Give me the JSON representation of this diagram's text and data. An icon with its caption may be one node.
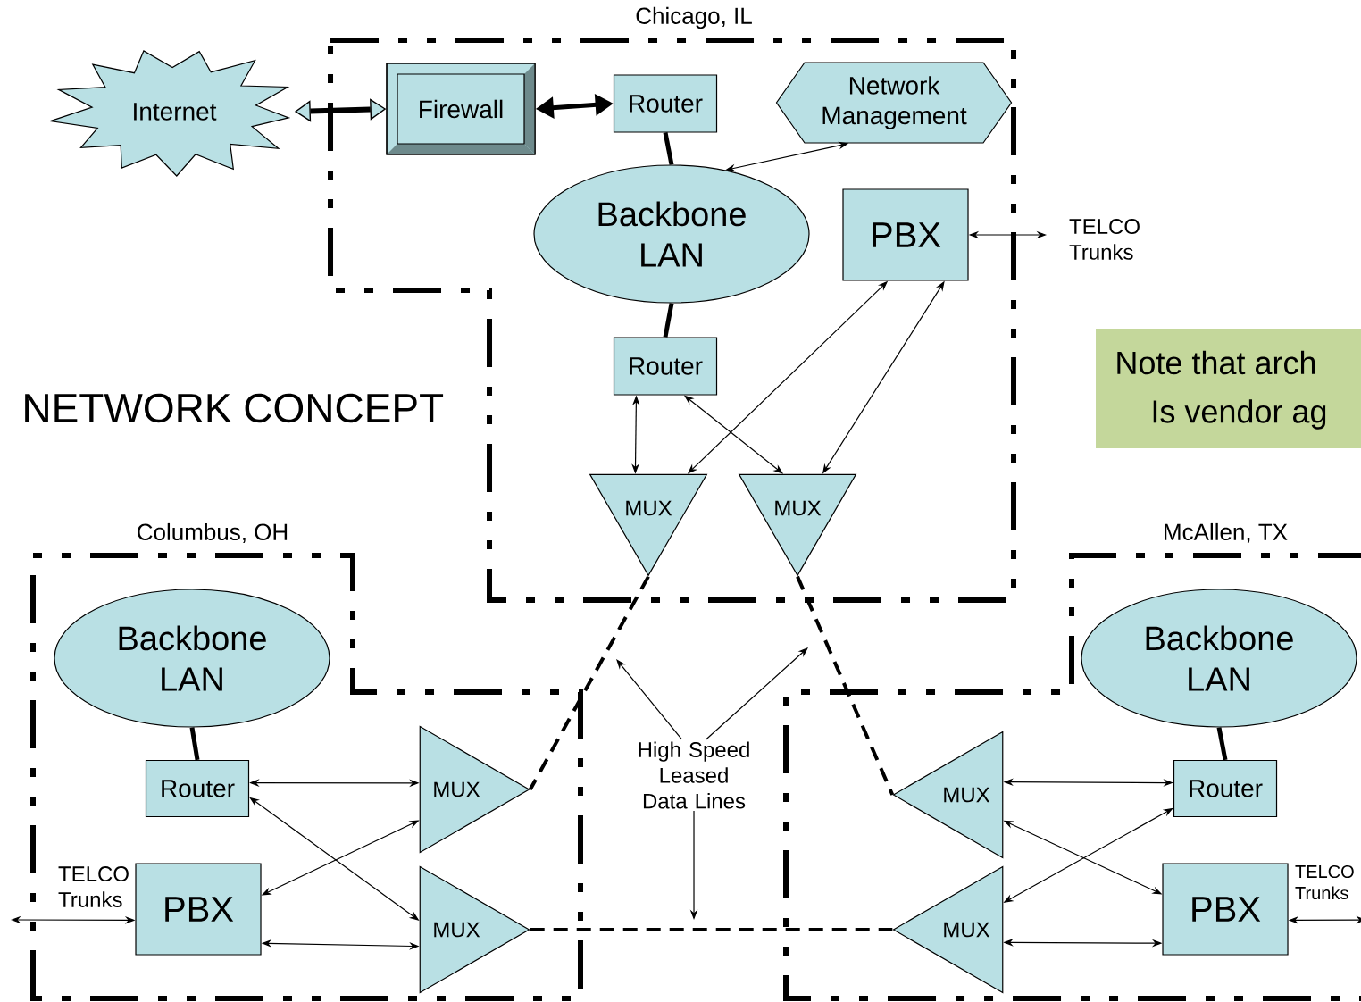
{
  "diagram": {
    "title": "NETWORK CONCEPT",
    "nodes": [
      {
        "text": [
          "Chicago, IL"
        ]
      },
      {
        "text": [
          "Internet"
        ]
      },
      {
        "text": [
          "Firewall"
        ],
        "in": 0
      },
      {
        "text": [
          "Router"
        ],
        "in": 0
      },
      {
        "text": [
          "Network Management"
        ],
        "in": 0
      },
      {
        "text": [
          "Backbone LAN"
        ],
        "in": 0
      },
      {
        "text": [
          "PBX"
        ],
        "in": 0
      },
      {
        "text": [
          "Router"
        ],
        "in": 0
      },
      {
        "text": [
          "MUX"
        ],
        "in": 0
      },
      {
        "text": [
          "MUX"
        ],
        "in": 0
      },
      {
        "text": [
          "Columbus, OH"
        ]
      },
      {
        "text": [
          "Backbone LAN"
        ],
        "in": 10
      },
      {
        "text": [
          "Router"
        ],
        "in": 10
      },
      {
        "text": [
          "PBX"
        ],
        "in": 10
      },
      {
        "text": [
          "MUX"
        ],
        "in": 10
      },
      {
        "text": [
          "MUX"
        ],
        "in": 10
      },
      {
        "text": [
          "McAllen, TX"
        ]
      },
      {
        "text": [
          "Backbone LAN"
        ],
        "in": 16
      },
      {
        "text": [
          "Router"
        ],
        "in": 16
      },
      {
        "text": [
          "PBX"
        ],
        "in": 16
      },
      {
        "text": [
          "MUX"
        ],
        "in": 16
      },
      {
        "text": [
          "MUX"
        ],
        "in": 16
      },
      {
        "text": [
          "High Speed Leased Data Lines"
        ]
      },
      {
        "text": [
          "Note that arch",
          "Is vendor ag"
        ]
      }
    ],
    "edges": [
      {
        "from": 1,
        "to": 2,
        "arrow": "both",
        "style": "thick"
      },
      {
        "from": 2,
        "to": 3,
        "arrow": "both",
        "style": "thick"
      },
      {
        "from": 3,
        "to": 5,
        "arrow": "none",
        "style": "thick"
      },
      {
        "from": 5,
        "to": 4,
        "arrow": "both"
      },
      {
        "from": 5,
        "to": 7,
        "arrow": "none",
        "style": "thick"
      },
      {
        "from": 6,
        "to": null,
        "arrow": "both",
        "label": "TELCO Trunks"
      },
      {
        "from": 7,
        "to": 8,
        "arrow": "both"
      },
      {
        "from": 7,
        "to": 9,
        "arrow": "both"
      },
      {
        "from": 6,
        "to": 8,
        "arrow": "both"
      },
      {
        "from": 6,
        "to": 9,
        "arrow": "both"
      },
      {
        "from": 8,
        "to": 14,
        "arrow": "none",
        "style": "dashed"
      },
      {
        "from": 9,
        "to": 20,
        "arrow": "none",
        "style": "dashed"
      },
      {
        "from": 15,
        "to": 21,
        "arrow": "none",
        "style": "dashed"
      },
      {
        "from": 11,
        "to": 12,
        "arrow": "none",
        "style": "thick"
      },
      {
        "from": 12,
        "to": 14,
        "arrow": "both"
      },
      {
        "from": 12,
        "to": 15,
        "arrow": "both"
      },
      {
        "from": 13,
        "to": 14,
        "arrow": "both"
      },
      {
        "from": 13,
        "to": 15,
        "arrow": "both"
      },
      {
        "from": null,
        "to": 13,
        "arrow": "both",
        "label": "TELCO Trunks"
      },
      {
        "from": 17,
        "to": 18,
        "arrow": "none",
        "style": "thick"
      },
      {
        "from": 20,
        "to": 18,
        "arrow": "both"
      },
      {
        "from": 20,
        "to": 19,
        "arrow": "both"
      },
      {
        "from": 21,
        "to": 18,
        "arrow": "both"
      },
      {
        "from": 21,
        "to": 19,
        "arrow": "both"
      },
      {
        "from": 19,
        "to": null,
        "arrow": "both",
        "label": "TELCO Trunks"
      },
      {
        "from": 22,
        "to": null,
        "arrow": "to"
      },
      {
        "from": 22,
        "to": null,
        "arrow": "to"
      },
      {
        "from": 22,
        "to": null,
        "arrow": "to"
      }
    ]
  }
}
